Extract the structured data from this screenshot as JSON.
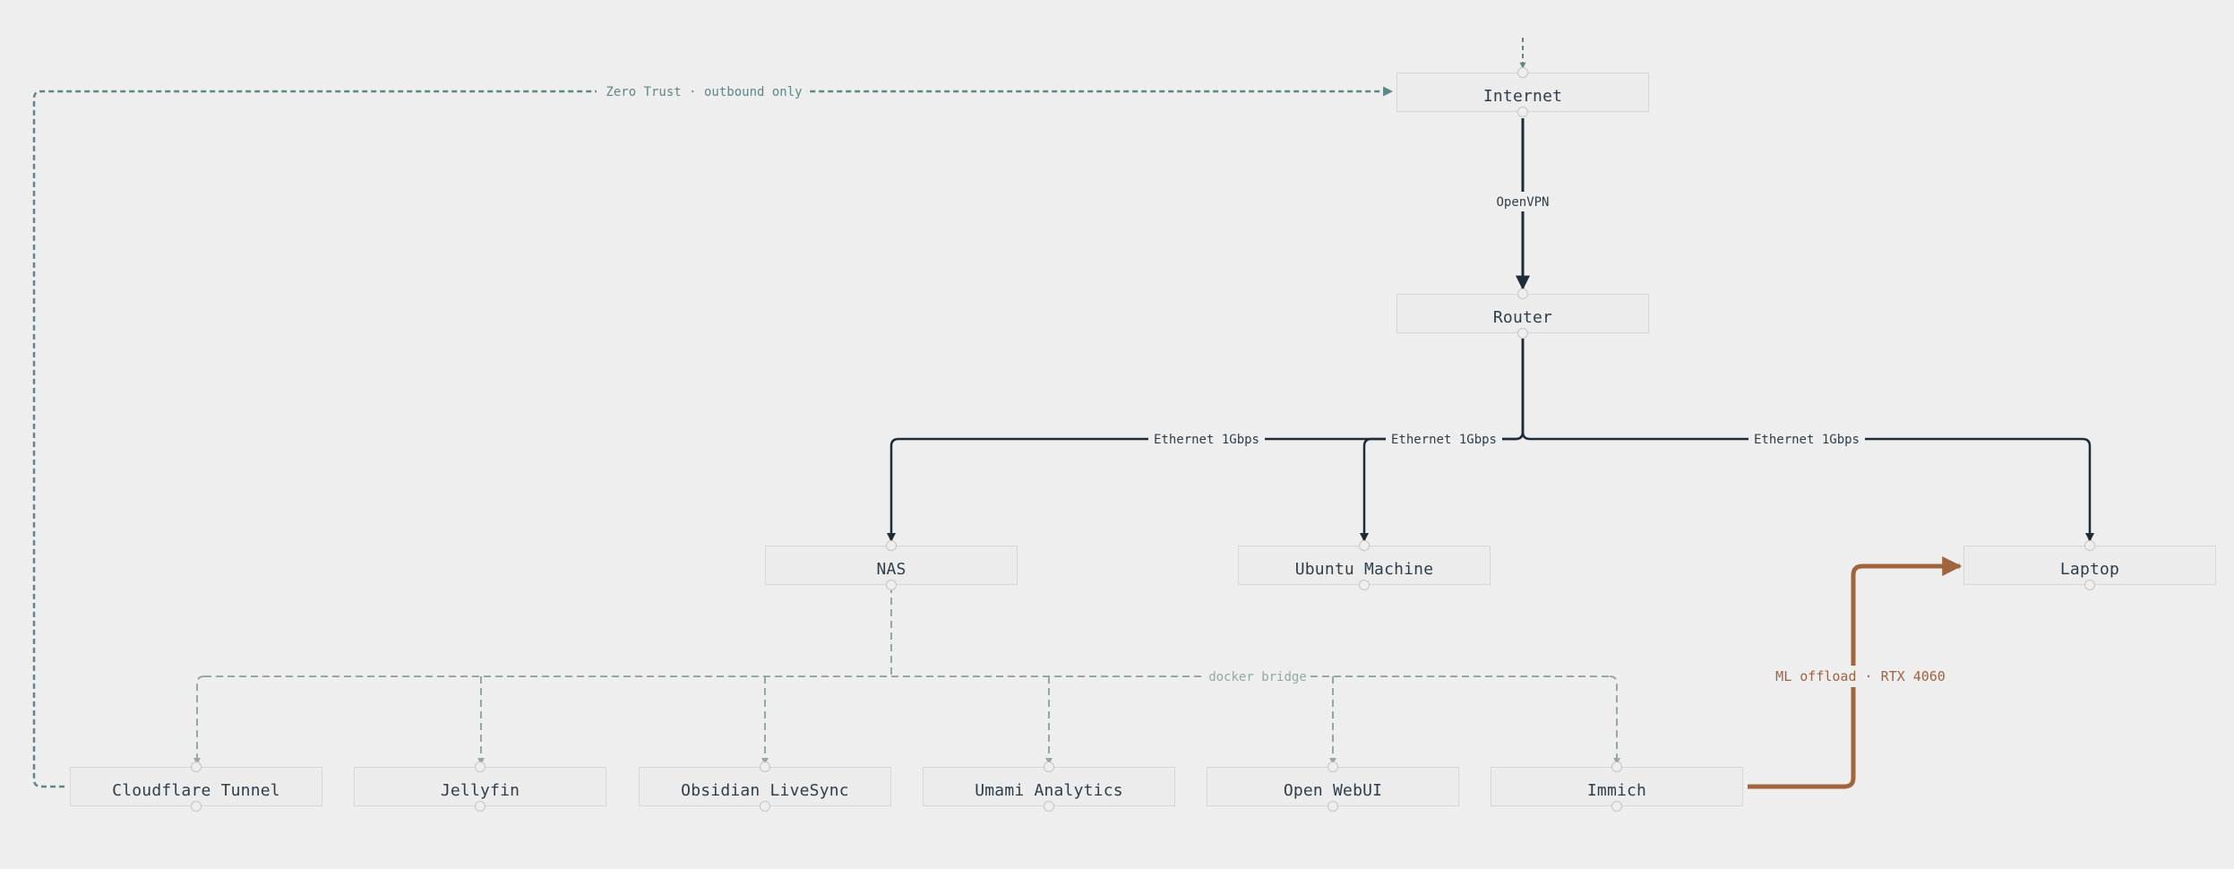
{
  "colors": {
    "background": "#eeeeee",
    "node_border": "#d6d6d6",
    "node_text": "#2d3e4a",
    "ethernet": "#1e2b38",
    "tunnel": "#5f8585",
    "bridge": "#93a7a7",
    "ml": "#a0643e"
  },
  "nodes": {
    "internet": "Internet",
    "router": "Router",
    "nas": "NAS",
    "ubuntu": "Ubuntu Machine",
    "laptop": "Laptop",
    "cloudflare": "Cloudflare Tunnel",
    "jellyfin": "Jellyfin",
    "obsidian": "Obsidian LiveSync",
    "umami": "Umami Analytics",
    "openwebui": "Open WebUI",
    "immich": "Immich"
  },
  "edges": {
    "openvpn": "OpenVPN",
    "eth_nas": "Ethernet 1Gbps",
    "eth_ubuntu": "Ethernet 1Gbps",
    "eth_laptop": "Ethernet 1Gbps",
    "zero_trust": "Zero Trust · outbound only",
    "docker_bridge": "docker bridge",
    "ml_offload": "ML offload · RTX 4060"
  }
}
